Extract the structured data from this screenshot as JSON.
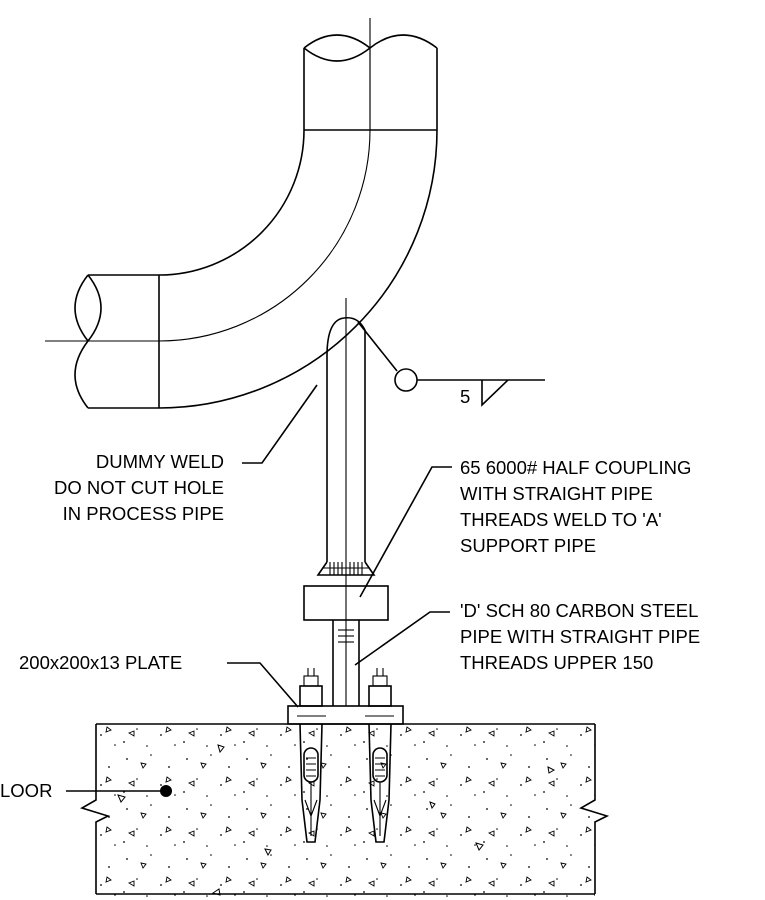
{
  "labels": {
    "dummy_weld": [
      "DUMMY WELD",
      "DO NOT CUT HOLE",
      "IN PROCESS PIPE"
    ],
    "half_coupling": [
      "65 6000# HALF COUPLING",
      "WITH STRAIGHT PIPE",
      "THREADS WELD TO 'A'",
      "SUPPORT PIPE"
    ],
    "support_pipe": [
      "'D' SCH 80 CARBON STEEL",
      "PIPE WITH STRAIGHT PIPE",
      "THREADS UPPER 150"
    ],
    "plate": "200x200x13 PLATE",
    "floor": "LOOR",
    "weld_size": "5"
  }
}
